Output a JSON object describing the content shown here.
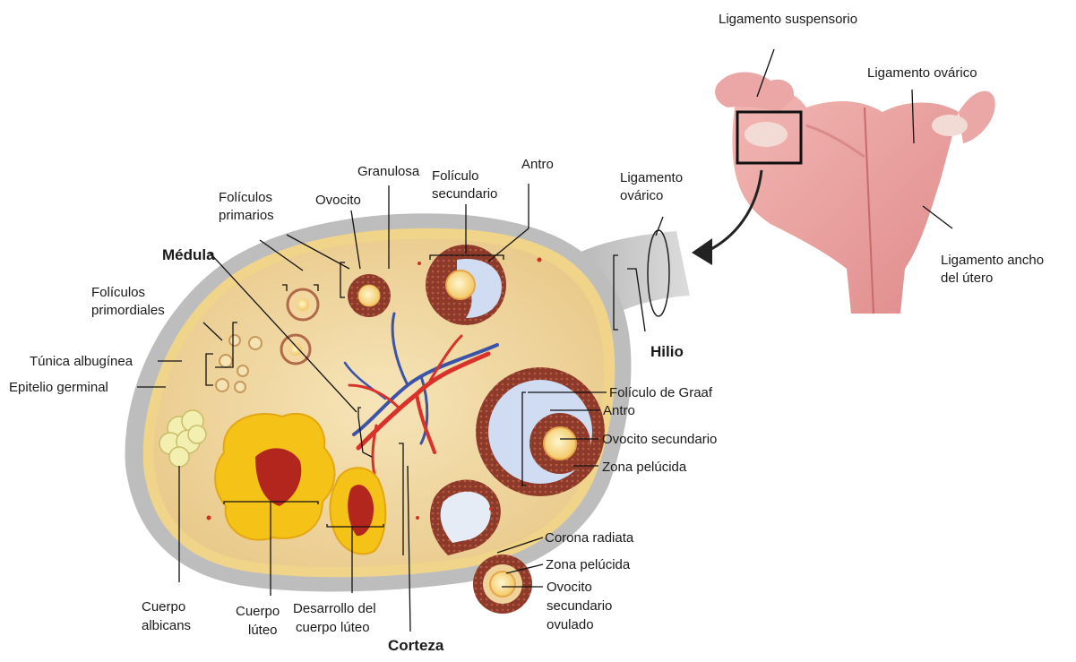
{
  "labels": {
    "ligamento_suspensorio": "Ligamento suspensorio",
    "ligamento_ovarico_top": "Ligamento ovárico",
    "ligamento_ancho_1": "Ligamento ancho",
    "ligamento_ancho_2": "del útero",
    "ligamento_ovarico_1": "Ligamento",
    "ligamento_ovarico_2": "ovárico",
    "hilio": "Hilio",
    "granulosa": "Granulosa",
    "foliculo_sec_1": "Folículo",
    "foliculo_sec_2": "secundario",
    "antro_top": "Antro",
    "ovocito": "Ovocito",
    "foliculos_primarios_1": "Folículos",
    "foliculos_primarios_2": "primarios",
    "medula": "Médula",
    "foliculos_primordiales_1": "Folículos",
    "foliculos_primordiales_2": "primordiales",
    "tunica_albuginea": "Túnica albugínea",
    "epitelio_germinal": "Epitelio germinal",
    "foliculo_graaf": "Folículo de Graaf",
    "antro_graaf": "Antro",
    "ovocito_secundario": "Ovocito secundario",
    "zona_pelucida_1": "Zona pelúcida",
    "corona_radiata": "Corona radiata",
    "zona_pelucida_2": "Zona pelúcida",
    "ovocito_ovulado_1": "Ovocito",
    "ovocito_ovulado_2": "secundario",
    "ovocito_ovulado_3": "ovulado",
    "cuerpo_albicans_1": "Cuerpo",
    "cuerpo_albicans_2": "albicans",
    "cuerpo_luteo_1": "Cuerpo",
    "cuerpo_luteo_2": "lúteo",
    "desarrollo_1": "Desarrollo del",
    "desarrollo_2": "cuerpo lúteo",
    "corteza": "Corteza"
  },
  "colors": {
    "capsule": "#b9b9b9",
    "tunica": "#f0d58c",
    "stroma": "#f1d9a3",
    "follicle": "#8c3b2c",
    "antrum": "#cfdcf2",
    "luteum": "#f5c218",
    "luteum_core": "#b3261e",
    "albicans": "#f3efb0",
    "artery": "#d9322a",
    "vein": "#3b53a8",
    "uterus": "#e9a3a3"
  }
}
